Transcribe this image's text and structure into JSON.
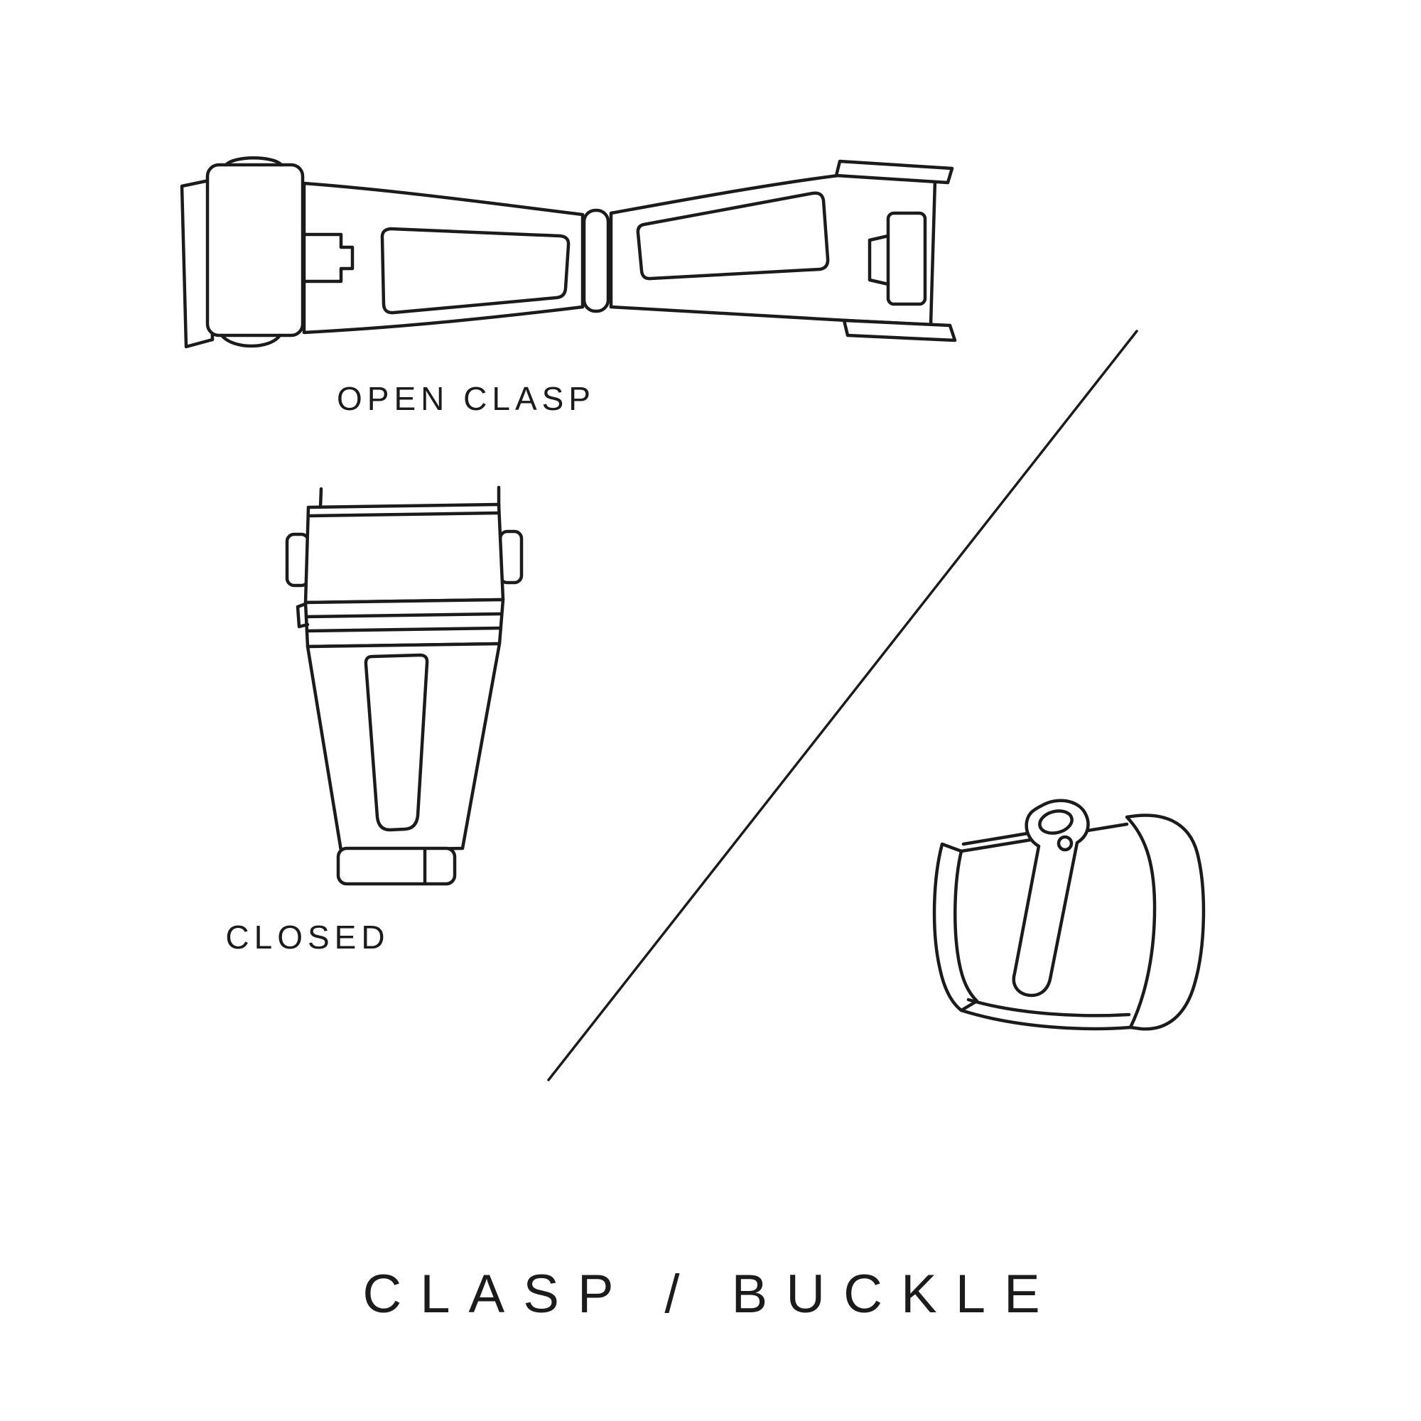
{
  "colors": {
    "background": "#ffffff",
    "ink": "#1b1b1b"
  },
  "figures": {
    "open_clasp": {
      "label": "OPEN CLASP"
    },
    "closed_clasp": {
      "label": "CLOSED"
    },
    "buckle": {
      "label": ""
    }
  },
  "title": "CLASP / BUCKLE"
}
